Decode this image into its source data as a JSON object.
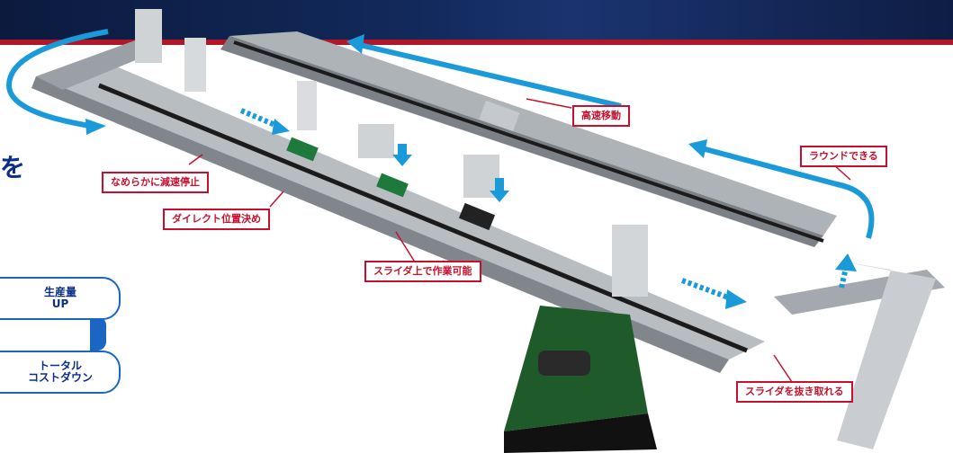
{
  "callouts": {
    "high_speed": "高速移動",
    "round": "ラウンドできる",
    "smooth_stop": "なめらかに減速停止",
    "direct_position": "ダイレクト位置決め",
    "work_on_slider": "スライダ上で作業可能",
    "remove_slider": "スライダを抜き取れる"
  },
  "benefits": {
    "productivity": [
      "生産量",
      "UP"
    ],
    "cost": [
      "トータル",
      "コストダウン"
    ]
  },
  "clipped_text": "を",
  "colors": {
    "arrow": "#1a9ad9",
    "callout": "#c8102e",
    "pill": "#1a66c2",
    "banner": "#122a5c"
  }
}
